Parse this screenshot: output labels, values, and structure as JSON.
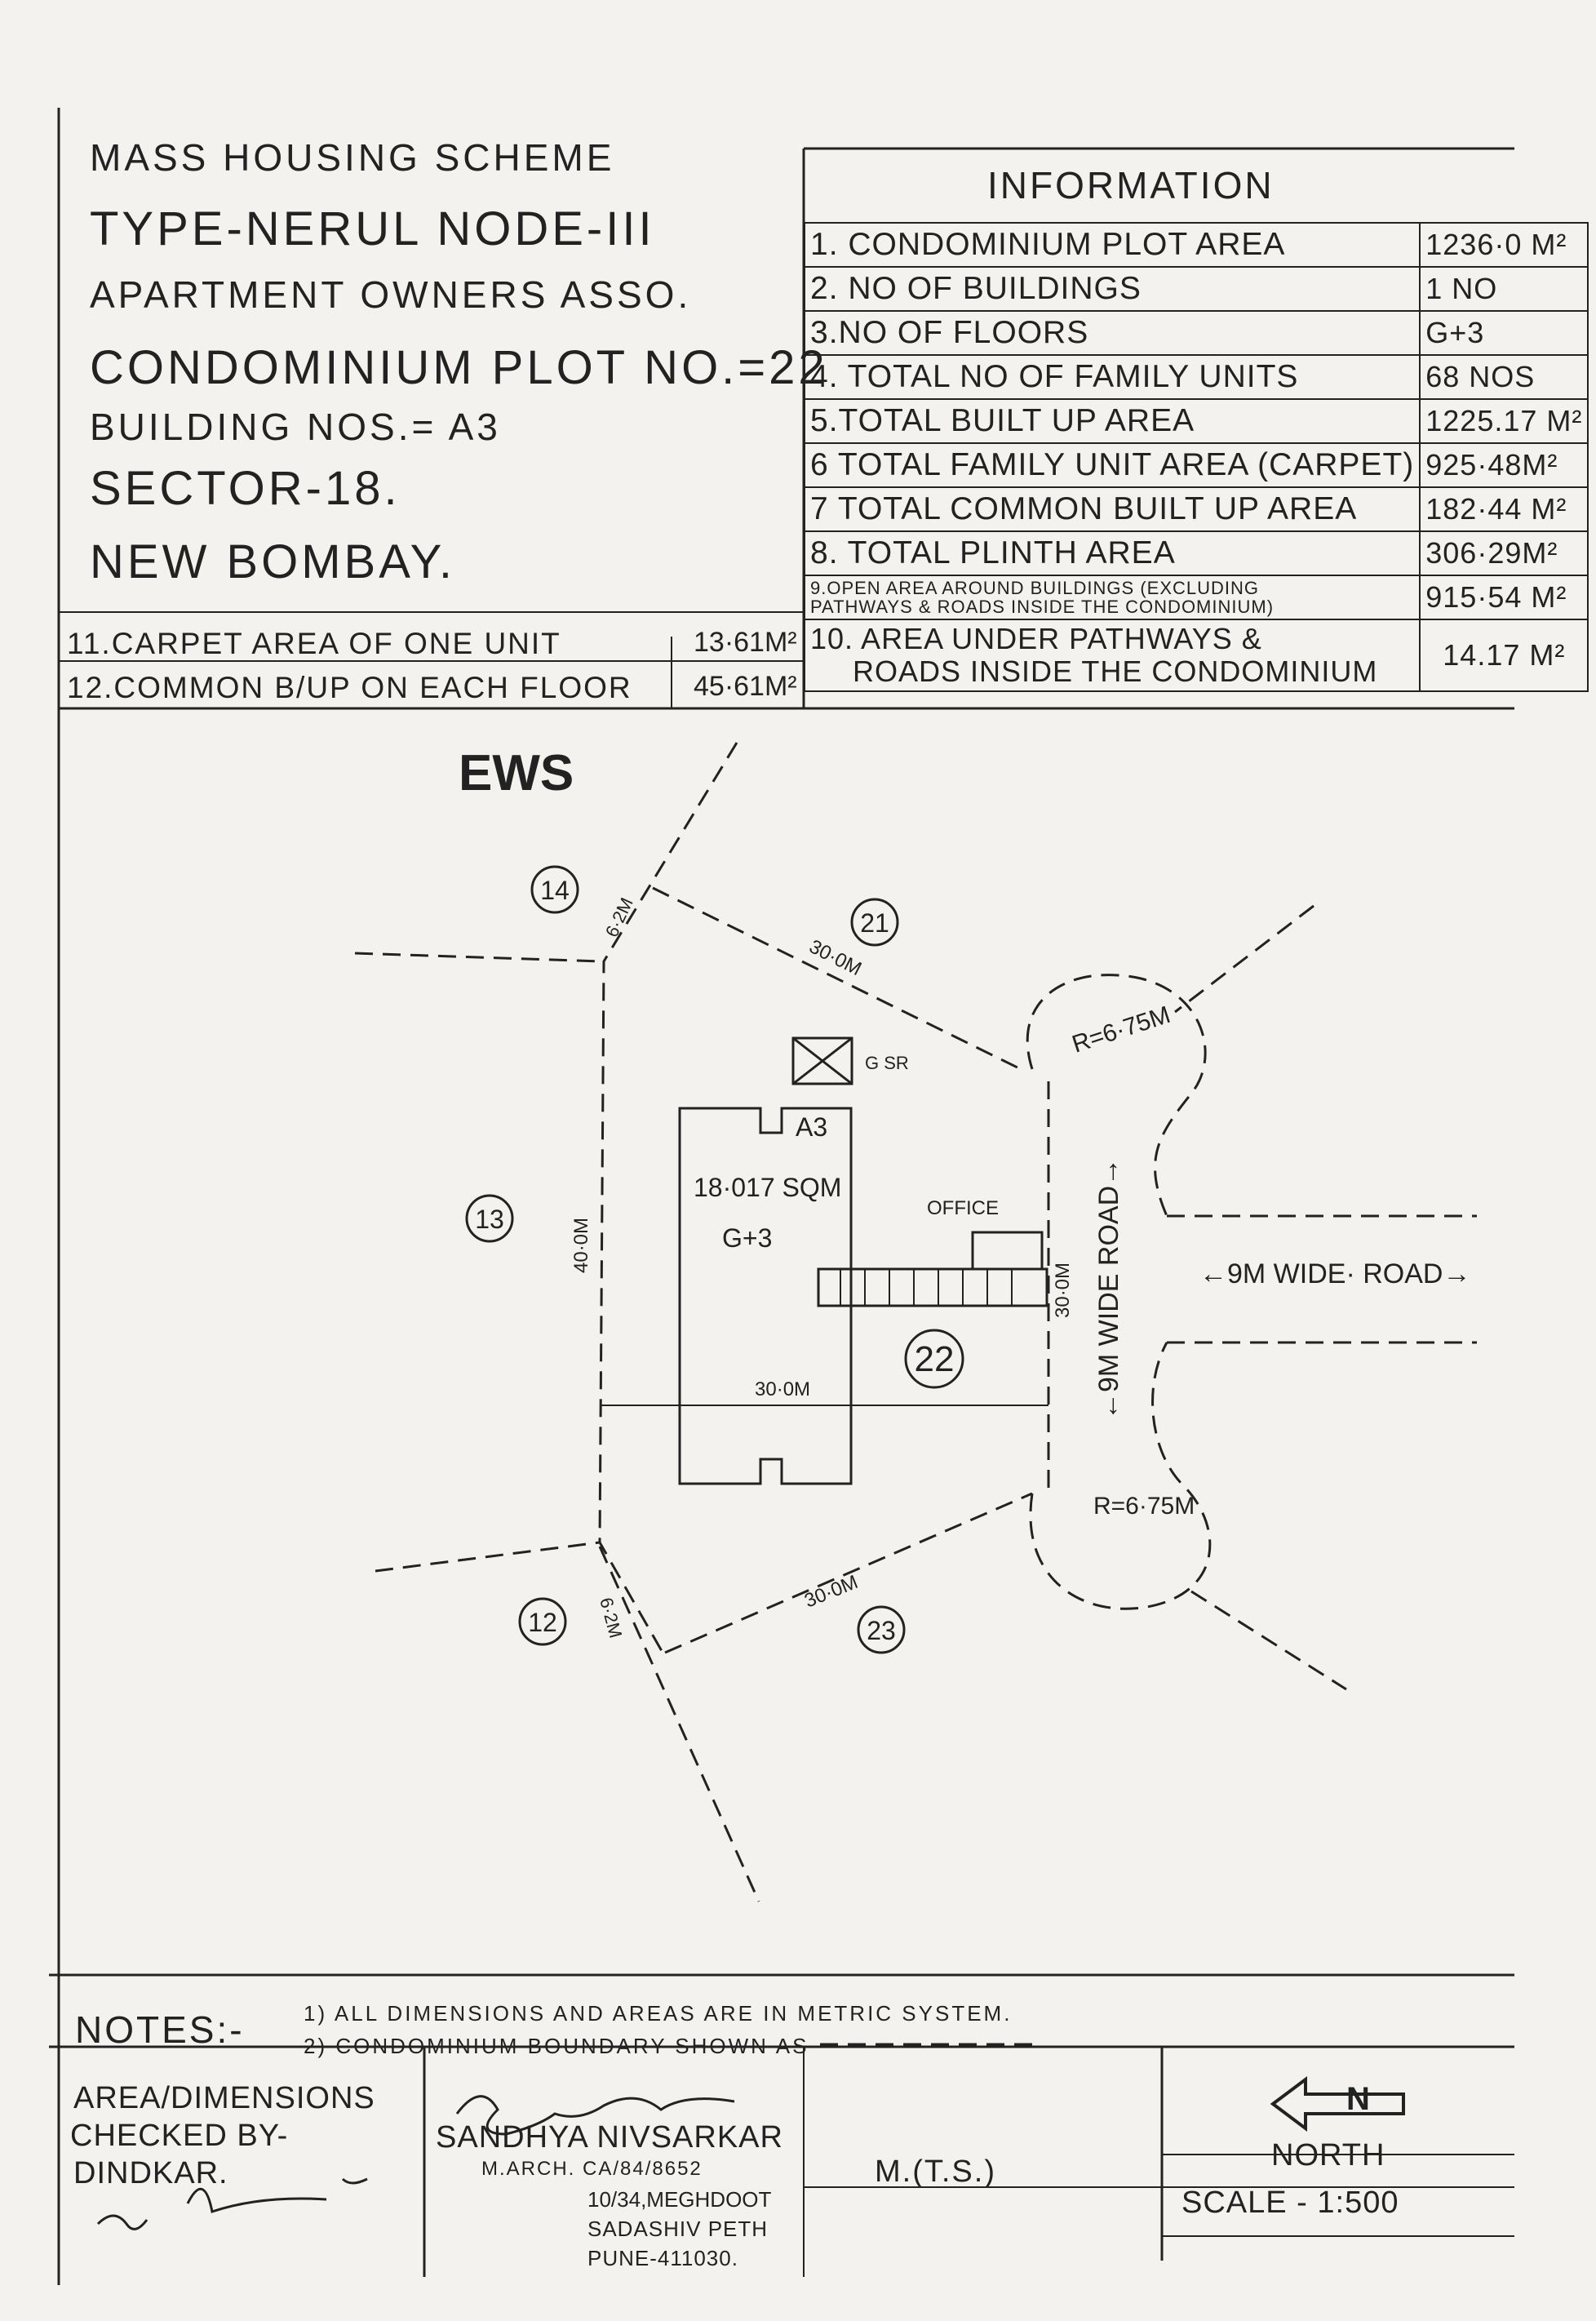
{
  "header": {
    "lines": [
      "MASS HOUSING SCHEME",
      "TYPE-NERUL NODE-III",
      "APARTMENT OWNERS ASSO.",
      "CONDOMINIUM PLOT NO.=22",
      "BUILDING NOS.= A3",
      "SECTOR-18.",
      "NEW BOMBAY."
    ]
  },
  "information": {
    "title": "INFORMATION",
    "rows": [
      {
        "label": "1. CONDOMINIUM PLOT AREA",
        "value": "1236·0 M²"
      },
      {
        "label": "2. NO OF BUILDINGS",
        "value": "1 NO"
      },
      {
        "label": "3.NO OF FLOORS",
        "value": "G+3"
      },
      {
        "label": "4. TOTAL NO OF FAMILY UNITS",
        "value": "68 NOS"
      },
      {
        "label": "5.TOTAL BUILT UP AREA",
        "value": "1225.17 M²"
      },
      {
        "label": "6 TOTAL FAMILY UNIT AREA (CARPET)",
        "value": "925·48M²"
      },
      {
        "label": "7 TOTAL COMMON BUILT UP AREA",
        "value": "182·44 M²"
      },
      {
        "label": "8. TOTAL PLINTH AREA",
        "value": "306·29M²"
      },
      {
        "label": "9.OPEN AREA AROUND BUILDINGS (EXCLUDING PATHWAYS & ROADS INSIDE THE CONDOMINIUM)",
        "value": "915·54 M²"
      },
      {
        "label": "10. AREA UNDER PATHWAYS & ROADS INSIDE THE CONDOMINIUM",
        "value": "14.17 M²"
      }
    ],
    "row10_line1": "10. AREA UNDER PATHWAYS &",
    "row10_line2": "ROADS INSIDE THE CONDOMINIUM",
    "row9_line1": "9.OPEN AREA AROUND BUILDINGS (EXCLUDING",
    "row9_line2": "PATHWAYS & ROADS INSIDE THE CONDOMINIUM)"
  },
  "unit_info": {
    "carpet_label": "11.CARPET AREA OF ONE UNIT",
    "carpet_value": "13·61M²",
    "common_label": "12.COMMON B/UP ON EACH FLOOR",
    "common_value": "45·61M²"
  },
  "drawing": {
    "category": "EWS",
    "plots": [
      "14",
      "21",
      "13",
      "22",
      "12",
      "23"
    ],
    "dims": {
      "top_left": "6·2M",
      "top": "30·0M",
      "left": "40·0M",
      "right": "30·0M",
      "width": "30·0M",
      "bottom": "30·0M",
      "bottom_left": "6·2M"
    },
    "gsr": "G SR",
    "building_id": "A3",
    "building_area": "18·017 SQM",
    "building_floors": "G+3",
    "office": "OFFICE",
    "radius_top": "R=6·75M",
    "radius_bottom": "R=6·75M",
    "road_vertical": "←9M WIDE ROAD→",
    "road_horizontal": "←9M WIDE· ROAD→"
  },
  "notes": {
    "title": "NOTES:-",
    "line1": "1) ALL DIMENSIONS AND AREAS ARE IN METRIC SYSTEM.",
    "line2": "2) CONDOMINIUM BOUNDARY SHOWN AS"
  },
  "titleblock": {
    "checked_line1": "AREA/DIMENSIONS",
    "checked_line2": "CHECKED BY-",
    "checked_name": "DINDKAR.",
    "architect_name": "SANDHYA NIVSARKAR",
    "architect_reg": "M.ARCH. CA/84/8652",
    "addr1": "10/34,MEGHDOOT",
    "addr2": "SADASHIV PETH",
    "addr3": "PUNE-411030.",
    "mts": "M.(T.S.)",
    "north": "NORTH",
    "north_letter": "N",
    "scale": "SCALE - 1:500"
  }
}
